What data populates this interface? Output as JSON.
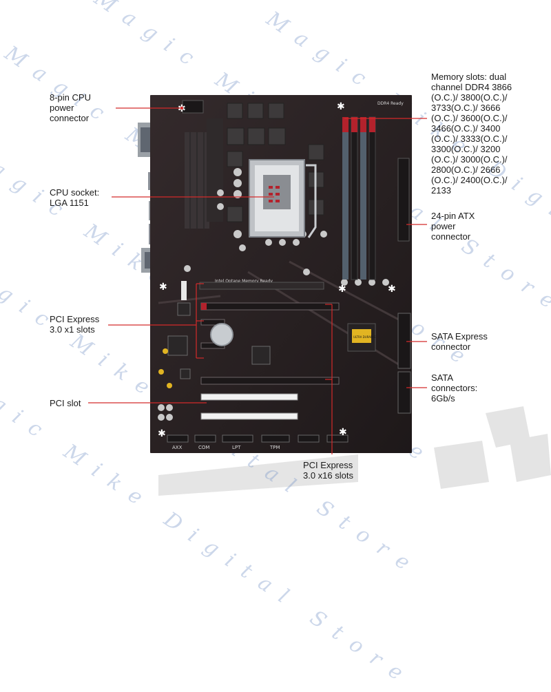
{
  "callouts": {
    "cpu_power": "8-pin CPU\npower\nconnector",
    "cpu_socket": "CPU socket:\nLGA 1151",
    "pcie_x1": "PCI Express\n3.0 x1 slots",
    "pci_slot": "PCI slot",
    "pcie_x16": "PCI Express\n3.0 x16 slots",
    "memory_slots": "Memory slots: dual\nchannel DDR4 3866\n(O.C.)/ 3800(O.C.)/\n3733(O.C.)/ 3666\n(O.C.)/ 3600(O.C.)/\n3466(O.C.)/ 3400\n(O.C.)/ 3333(O.C.)/\n3300(O.C.)/ 3200\n(O.C.)/ 3000(O.C.)/\n2800(O.C.)/ 2666\n(O.C.)/ 2400(O.C.)/\n2133",
    "atx_power": "24-pin ATX\npower\nconnector",
    "sata_express": "SATA Express\nconnector",
    "sata_connectors": "SATA\nconnectors:\n6Gb/s"
  },
  "board_text": {
    "optane": "Intel Optane Memory Ready",
    "ddr4": "DDR4 Ready",
    "port_1": "AXX",
    "port_2": "COM",
    "port_3": "LPT",
    "port_4": "TPM",
    "chip_badge": "ULTRA DURABLE"
  },
  "watermark": {
    "text": "Magic Mike Digital Store"
  },
  "colors": {
    "board": "#2b2324",
    "pcb_dark": "#1e1a1b",
    "slot_red": "#b3222c",
    "callout_line": "#d42a2a",
    "heatsink": "#3a3436",
    "chip_yellow": "#e1b422"
  }
}
